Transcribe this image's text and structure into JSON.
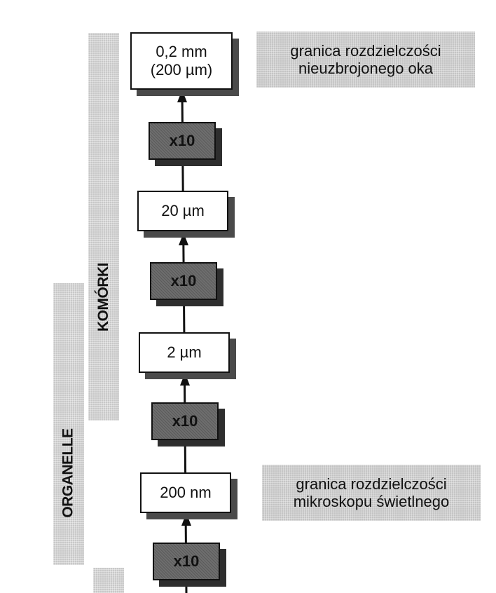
{
  "bands": {
    "komorki": "KOMÓRKI",
    "organelle": "ORGANELLE"
  },
  "scale": [
    {
      "kind": "value",
      "lines": [
        "0,2 mm",
        "(200 µm)"
      ]
    },
    {
      "kind": "multiplier",
      "lines": [
        "x10"
      ]
    },
    {
      "kind": "value",
      "lines": [
        "20 µm"
      ]
    },
    {
      "kind": "multiplier",
      "lines": [
        "x10"
      ]
    },
    {
      "kind": "value",
      "lines": [
        "2 µm"
      ]
    },
    {
      "kind": "multiplier",
      "lines": [
        "x10"
      ]
    },
    {
      "kind": "value",
      "lines": [
        "200 nm"
      ]
    },
    {
      "kind": "multiplier",
      "lines": [
        "x10"
      ]
    }
  ],
  "annotations": {
    "eye_limit": [
      "granica rozdzielczości",
      "nieuzbrojonego oka"
    ],
    "light_microscope_limit": [
      "granica rozdzielczości",
      "mikroskopu świetlnego"
    ]
  },
  "colors": {
    "band": "#c8c8c8",
    "multiplier_fill": "#6e6e6e",
    "value_fill": "#ffffff",
    "shadow": "#4a4a4a"
  }
}
